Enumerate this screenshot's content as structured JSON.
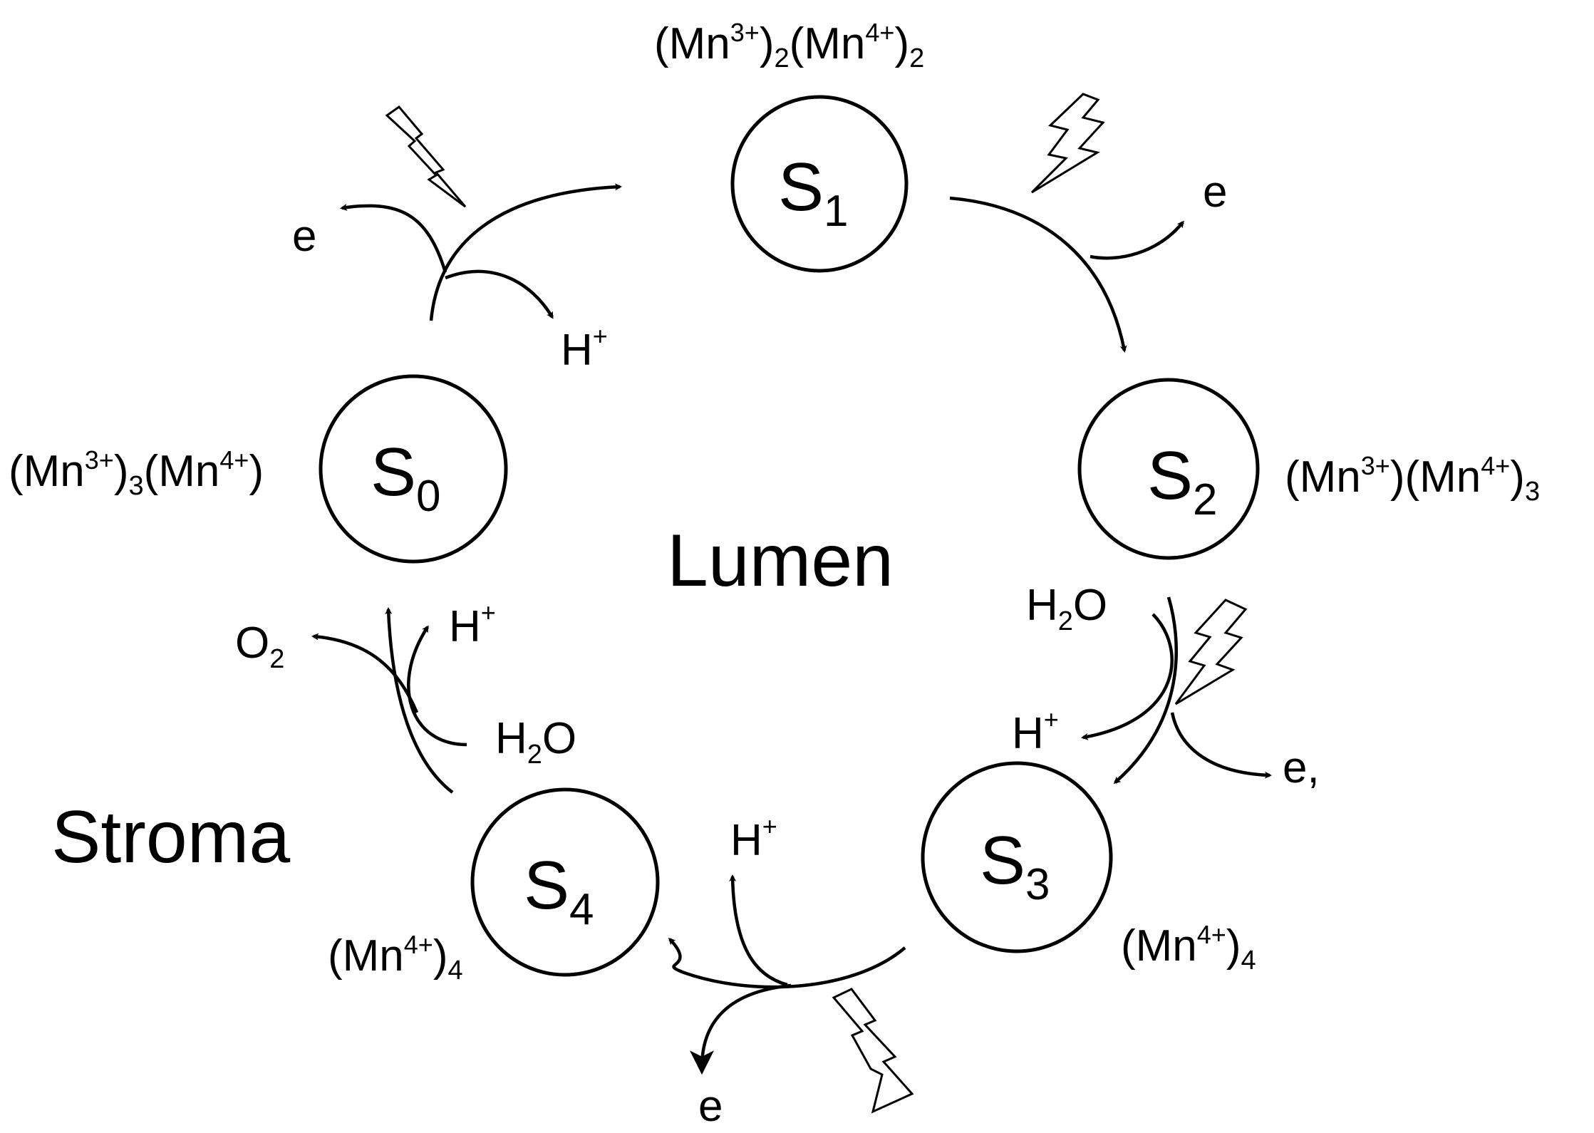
{
  "colors": {
    "ink": "#000000",
    "background": "#ffffff"
  },
  "regions": {
    "lumen": "Lumen",
    "stroma": "Stroma"
  },
  "states": [
    {
      "id": "s0",
      "letter": "S",
      "index": "0",
      "mn_state": [
        "(Mn",
        "3+",
        ")",
        "3",
        "(Mn",
        "4+",
        ")"
      ]
    },
    {
      "id": "s1",
      "letter": "S",
      "index": "1",
      "mn_state": [
        "(Mn",
        "3+",
        ")",
        "2",
        "(Mn",
        "4+",
        ")",
        "2"
      ]
    },
    {
      "id": "s2",
      "letter": "S",
      "index": "2",
      "mn_state": [
        "(Mn",
        "3+",
        ")(Mn",
        "4+",
        ")",
        "3"
      ]
    },
    {
      "id": "s3",
      "letter": "S",
      "index": "3",
      "mn_state": [
        "(Mn",
        "4+",
        ")",
        "4"
      ]
    },
    {
      "id": "s4",
      "letter": "S",
      "index": "4",
      "mn_state": [
        "(Mn",
        "4+",
        ")",
        "4"
      ]
    }
  ],
  "species": {
    "electron": "e",
    "electron_comma": "e,",
    "proton": {
      "base": "H",
      "sup": "+"
    },
    "water": {
      "pre": "H",
      "sub": "2",
      "post": "O"
    },
    "oxygen": {
      "pre": "O",
      "sub": "2"
    }
  },
  "icons": {
    "light_flash": "lightning-bolt-icon"
  }
}
